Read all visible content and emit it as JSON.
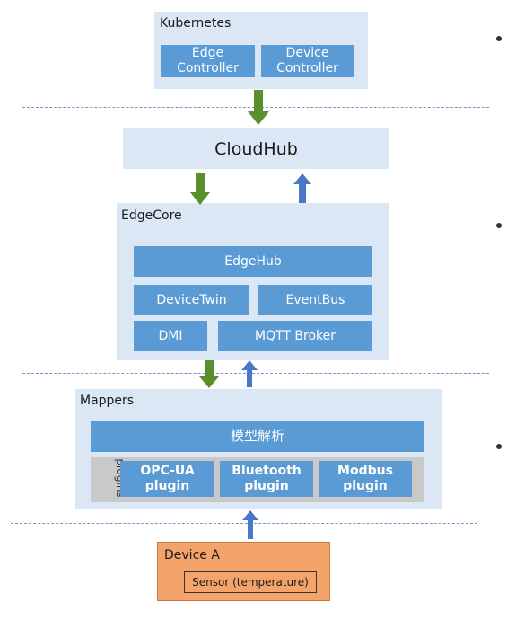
{
  "kubernetes": {
    "title": "Kubernetes",
    "edge_controller": "Edge\nController",
    "device_controller": "Device\nController"
  },
  "cloudhub": {
    "label": "CloudHub"
  },
  "edgecore": {
    "title": "EdgeCore",
    "edgehub": "EdgeHub",
    "devicetwin": "DeviceTwin",
    "eventbus": "EventBus",
    "dmi": "DMI",
    "mqtt": "MQTT Broker"
  },
  "mappers": {
    "title": "Mappers",
    "model_parse": "模型解析",
    "plugins_label": "plugins",
    "opcua": "OPC-UA\nplugin",
    "bluetooth": "Bluetooth\nplugin",
    "modbus": "Modbus\nplugin"
  },
  "device": {
    "title": "Device A",
    "sensor": "Sensor (temperature)"
  },
  "colors": {
    "panel": "#dbe7f4",
    "box": "#5b9bd5",
    "down_arrow": "#5a8f2e",
    "up_arrow": "#4a78c8",
    "device": "#f4a46a"
  }
}
